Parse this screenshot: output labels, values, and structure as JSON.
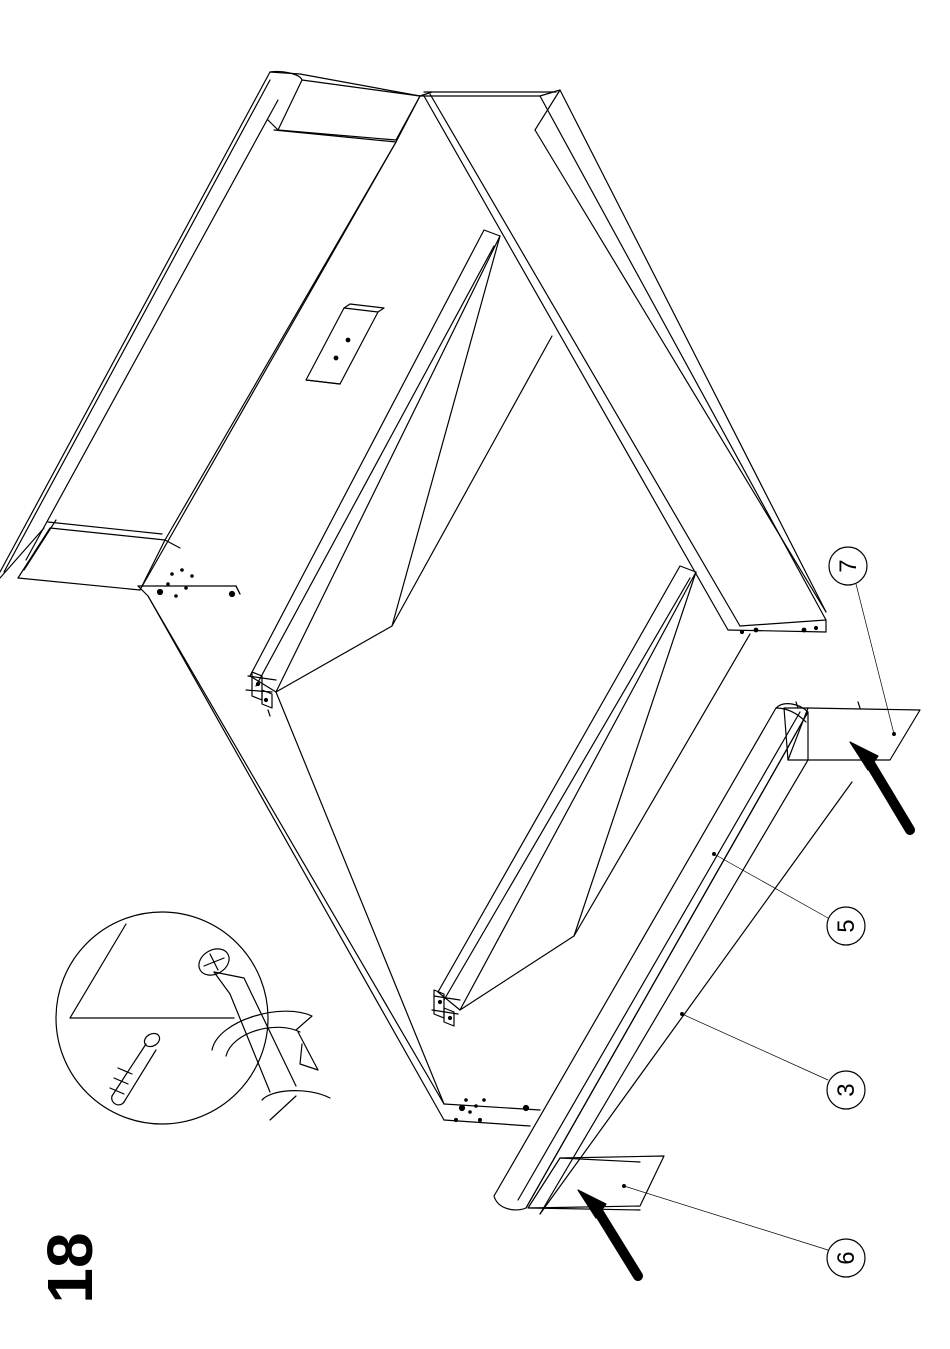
{
  "step": {
    "number": "18"
  },
  "parts": [
    {
      "id": "p7",
      "label": "7"
    },
    {
      "id": "p5",
      "label": "5"
    },
    {
      "id": "p3",
      "label": "3"
    },
    {
      "id": "p6",
      "label": "6"
    }
  ],
  "colors": {
    "ink": "#000000",
    "paper": "#ffffff"
  }
}
